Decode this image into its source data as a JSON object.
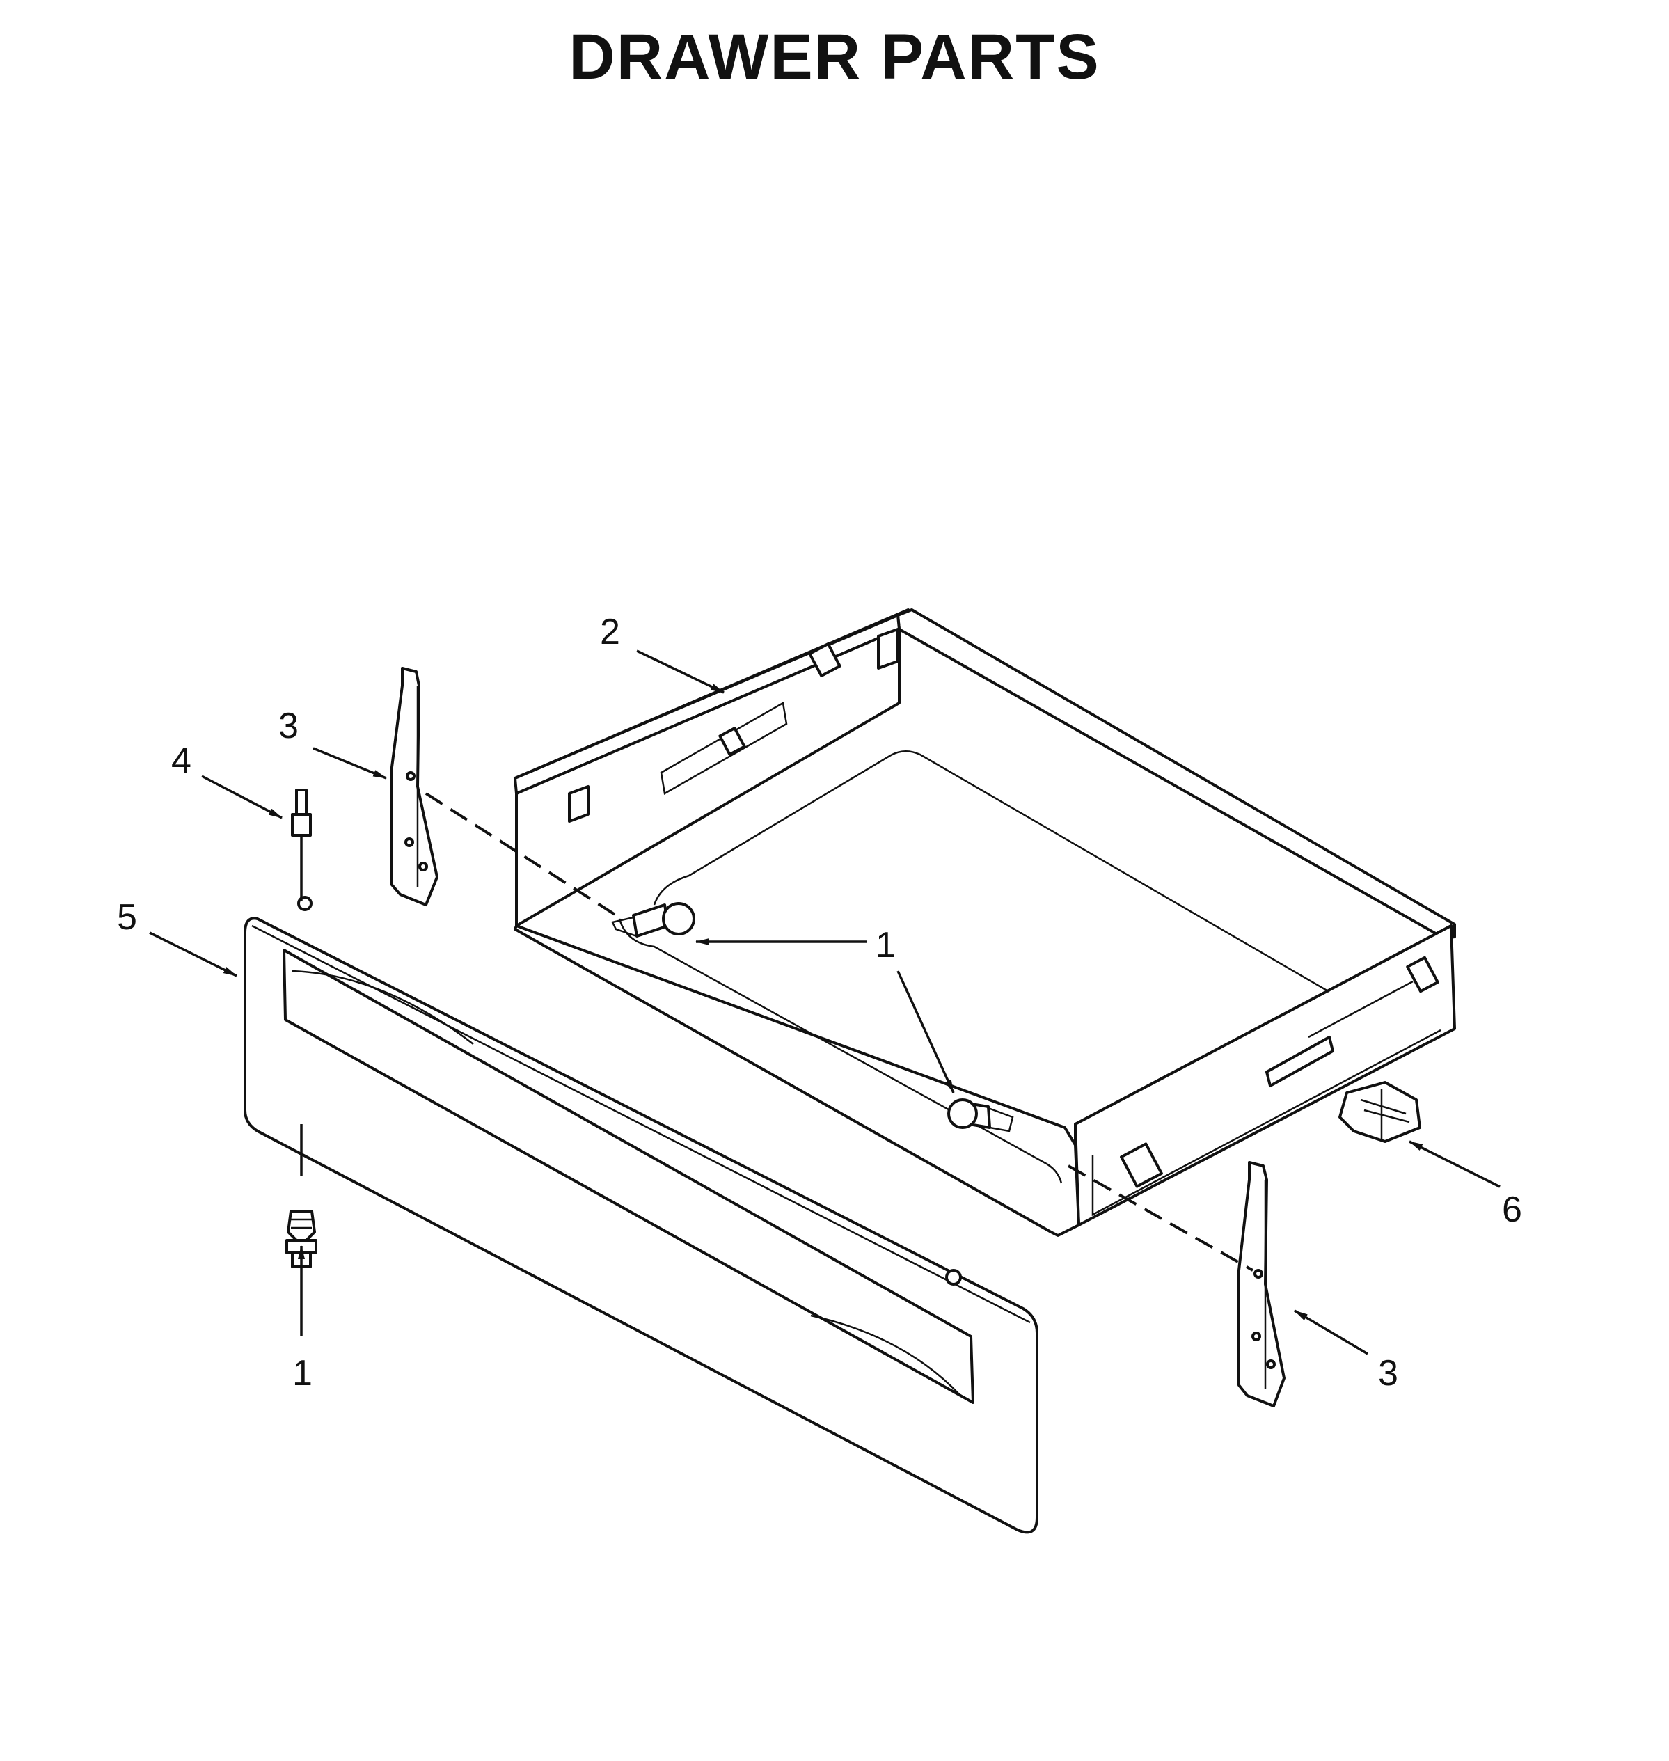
{
  "title": "DRAWER PARTS",
  "callouts": {
    "c1a": "1",
    "c1b": "1",
    "c1c": "1",
    "c2": "2",
    "c3a": "3",
    "c3b": "3",
    "c4": "4",
    "c5": "5",
    "c6": "6"
  }
}
